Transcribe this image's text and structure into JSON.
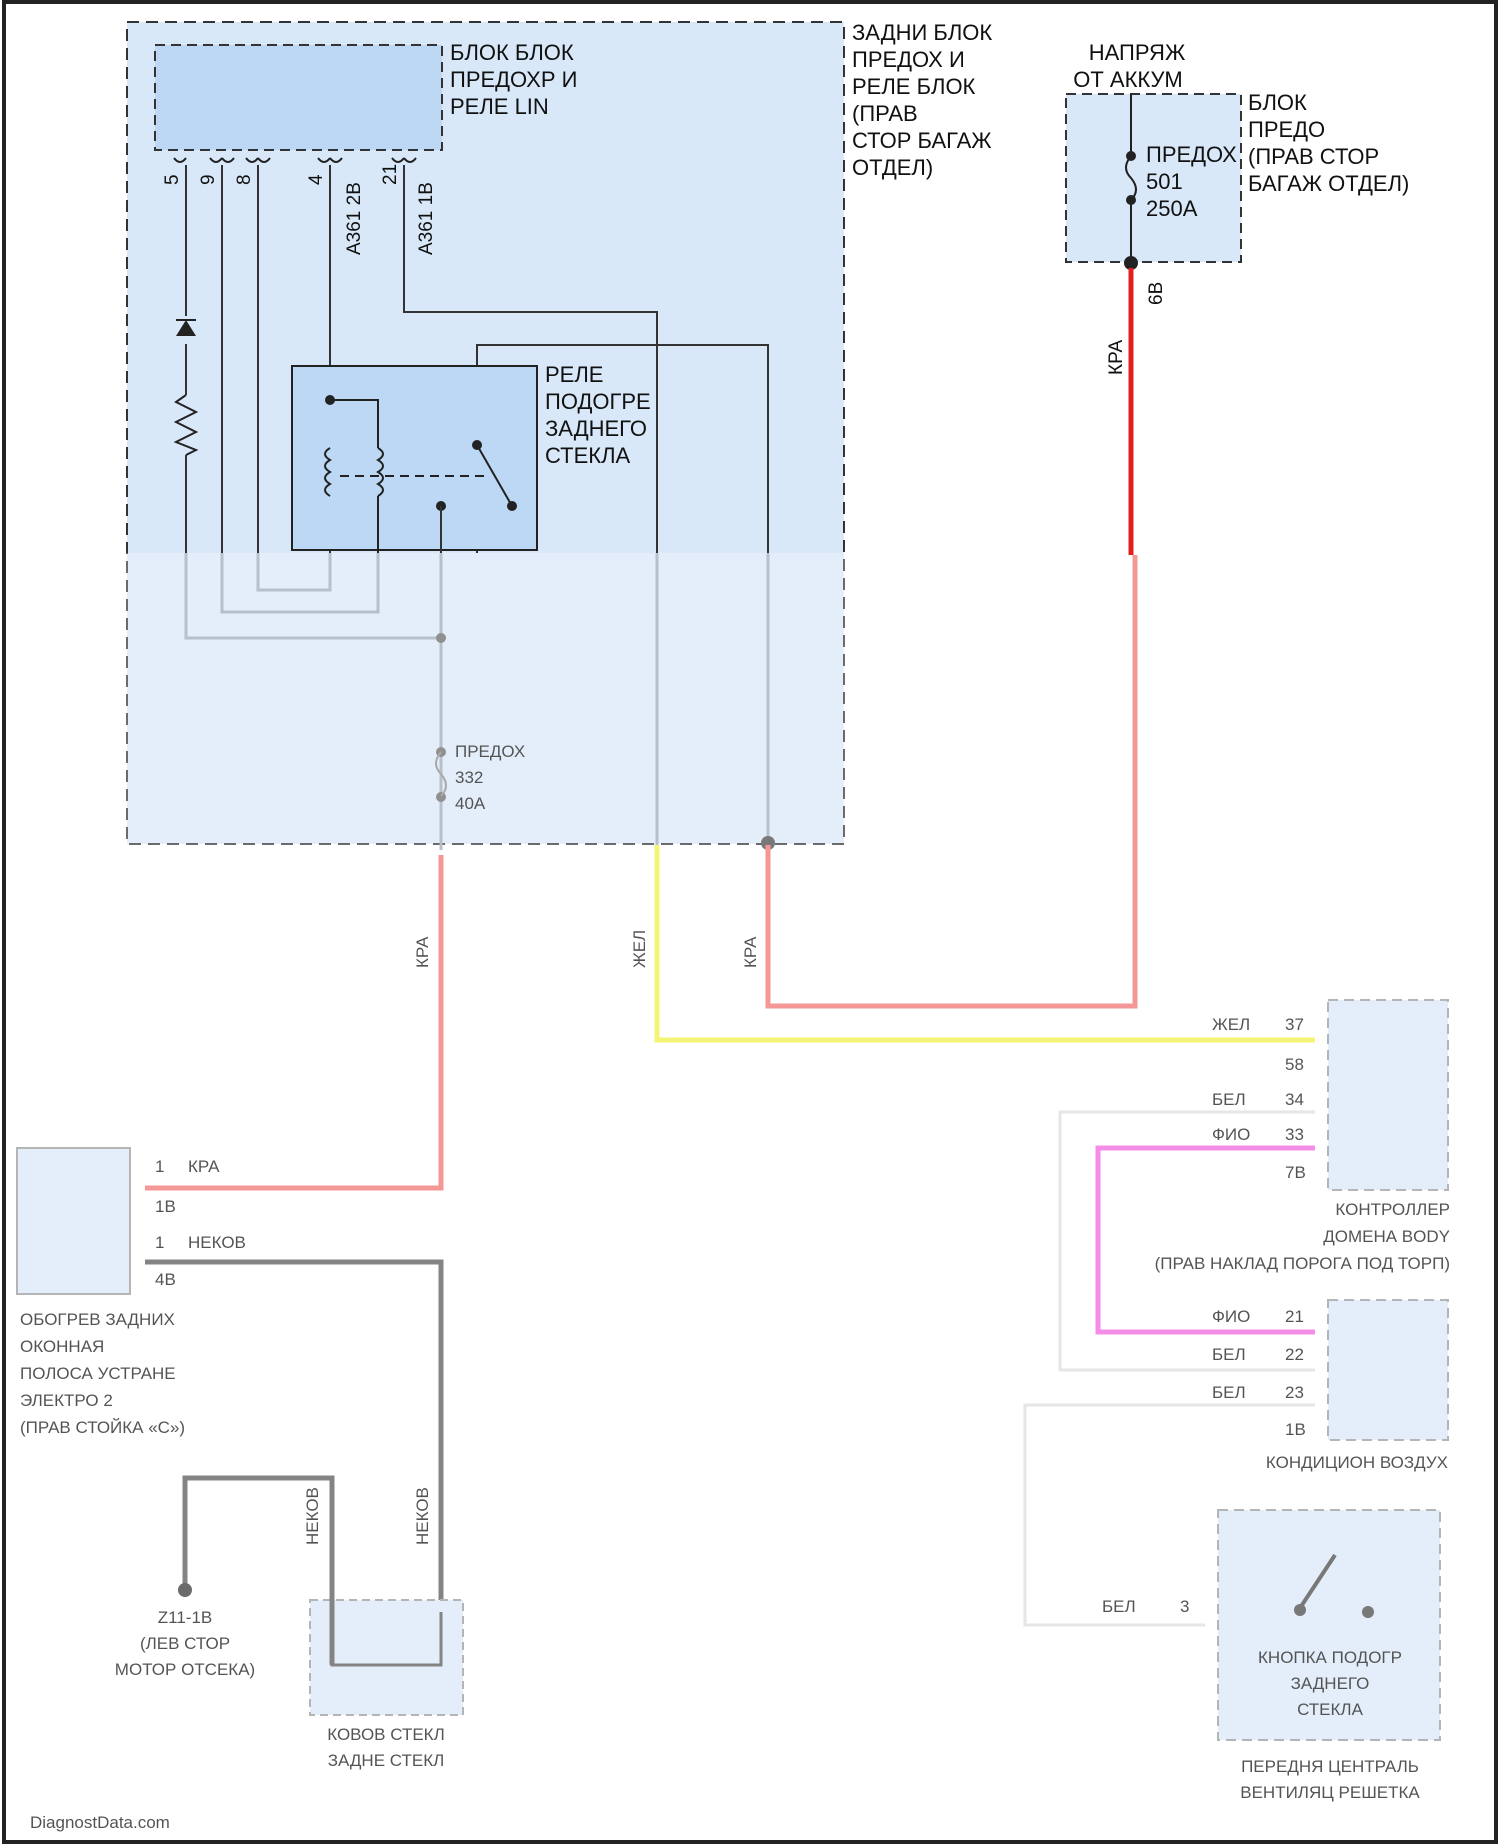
{
  "colors": {
    "zone_fill": "#d8e8f8",
    "box_fill": "#bcd8f4",
    "wire_red": "#e02020",
    "wire_red_light": "#f07070",
    "wire_yellow": "#f0f040",
    "wire_magenta": "#f060e0",
    "wire_dark": "#555555",
    "wire_gray": "#9aa8b8",
    "wire_white": "#e0e0e0",
    "dashed": "#333333"
  },
  "rear_fuse_relay_block": {
    "label": [
      "ЗАДНИ БЛОК",
      "ПРЕДОХ И",
      "РЕЛЕ БЛОК",
      "(ПРАВ",
      "СТОР БАГАЖ",
      "ОТДЕЛ)"
    ]
  },
  "lin_module": {
    "label": [
      "БЛОК БЛОК",
      "ПРЕДОХР И",
      "РЕЛЕ LIN"
    ],
    "pins": [
      "5",
      "9",
      "8",
      "4",
      "21"
    ],
    "connectors": [
      "A361 2B",
      "A361 1B"
    ]
  },
  "relay": {
    "label": [
      "РЕЛЕ",
      "ПОДОГРЕ",
      "ЗАДНЕГО",
      "СТЕКЛА"
    ]
  },
  "battery_supply": {
    "label": [
      "НАПРЯЖ",
      "ОТ АККУМ"
    ]
  },
  "fuse_block_right": {
    "label": [
      "БЛОК",
      "ПРЕДО",
      "(ПРАВ СТОР",
      "БАГАЖ ОТДЕЛ)"
    ],
    "fuse": [
      "ПРЕДОХ",
      "501",
      "250A"
    ],
    "pin": "6B",
    "wire_color": "КРА"
  },
  "fuse_internal": {
    "label": [
      "ПРЕДОХ",
      "332",
      "40A"
    ]
  },
  "wire_labels": {
    "rear_out": "КРА",
    "yellow": "ЖЕЛ",
    "red_mid": "КРА"
  },
  "body_controller": {
    "label": [
      "КОНТРОЛЛЕР",
      "ДОМЕНА BODY",
      "(ПРАВ НАКЛАД ПОРОГА ПОД ТОРП)"
    ],
    "pins": [
      {
        "wire": "ЖЕЛ",
        "num": "37"
      },
      {
        "wire": "",
        "num": "58"
      },
      {
        "wire": "БЕЛ",
        "num": "34"
      },
      {
        "wire": "ФИО",
        "num": "33"
      },
      {
        "wire": "",
        "num": "7B"
      }
    ]
  },
  "ac_module": {
    "label": "КОНДИЦИОН ВОЗДУХ",
    "pins": [
      {
        "wire": "ФИО",
        "num": "21"
      },
      {
        "wire": "БЕЛ",
        "num": "22"
      },
      {
        "wire": "БЕЛ",
        "num": "23"
      },
      {
        "wire": "",
        "num": "1B"
      }
    ]
  },
  "rear_button": {
    "label": [
      "КНОПКА ПОДОГР",
      "ЗАДНЕГО",
      "СТЕКЛА"
    ],
    "location": [
      "ПЕРЕДНЯ ЦЕНТРАЛЬ",
      "ВЕНТИЛЯЦ РЕШЕТКА"
    ],
    "pin": "3",
    "wire": "БЕЛ"
  },
  "heater_element": {
    "label": [
      "ОБОГРЕВ ЗАДНИХ",
      "ОКОННАЯ",
      "ПОЛОСА УСТРАНЕ",
      "ЭЛЕКТРО 2",
      "(ПРАВ СТОЙКА «C»)"
    ],
    "pins": [
      {
        "wire": "КРА",
        "num": "1"
      },
      {
        "wire": "",
        "num": "1B"
      },
      {
        "wire": "НЕКОВ",
        "num": "1"
      },
      {
        "wire": "",
        "num": "4B"
      }
    ]
  },
  "rear_glass": {
    "label": [
      "КОВОВ СТЕКЛ",
      "ЗАДНЕ СТЕКЛ"
    ],
    "wires": [
      "НЕКОВ",
      "НЕКОВ"
    ]
  },
  "ground": {
    "label": [
      "Z11-1B",
      "(ЛЕВ СТОР",
      "МОТОР ОТСЕКА)"
    ]
  },
  "watermark": "DiagnostData.com"
}
